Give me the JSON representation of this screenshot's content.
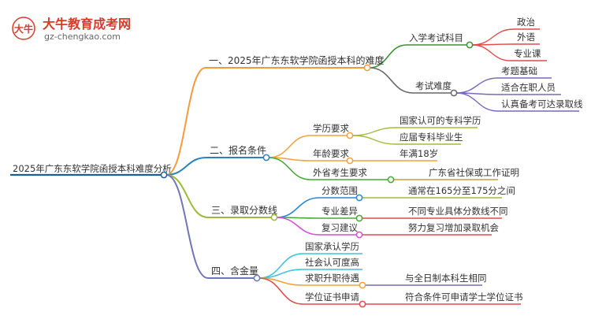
{
  "logo": {
    "name": "大牛教育成考网",
    "url": "gz-chengkao.com",
    "badge": "大牛"
  },
  "colors": {
    "root": "#1f5f8f",
    "exam": "#f59a3c",
    "conditions": "#2d82bd",
    "score": "#9bbb3a",
    "value": "#6f77b6",
    "subject_branch": "#3d8f35",
    "difficulty_branch": "#666666",
    "red": "#e14b4b",
    "orange": "#f2a13d",
    "brown": "#c7a13e",
    "olive": "#a5b93e",
    "green": "#46a832",
    "blue": "#2c87c9",
    "magenta": "#d24fd8",
    "purple": "#7a67b9",
    "cyan": "#45c1d8"
  },
  "root": {
    "label": "2025年广东东软学院函授本科难度分析"
  },
  "branches": [
    {
      "label": "一、2025年广东东软学院函授本科的难度",
      "children": [
        {
          "label": "入学考试科目",
          "children": [
            "政治",
            "外语",
            "专业课"
          ]
        },
        {
          "label": "考试难度",
          "children": [
            "考题基础",
            "适合在职人员",
            "认真备考可达录取线"
          ]
        }
      ]
    },
    {
      "label": "二、报名条件",
      "children": [
        {
          "label": "学历要求",
          "children": [
            "国家认可的专科学历",
            "应届专科毕业生"
          ]
        },
        {
          "label": "年龄要求",
          "children": [
            "年满18岁"
          ]
        },
        {
          "label": "外省考生要求",
          "children": [
            "广东省社保或工作证明"
          ]
        }
      ]
    },
    {
      "label": "三、录取分数线",
      "children": [
        {
          "label": "分数范围",
          "children": [
            "通常在165分至175分之间"
          ]
        },
        {
          "label": "专业差异",
          "children": [
            "不同专业具体分数线不同"
          ]
        },
        {
          "label": "复习建议",
          "children": [
            "努力复习增加录取机会"
          ]
        }
      ]
    },
    {
      "label": "四、含金量",
      "children": [
        {
          "label": "国家承认学历",
          "children": []
        },
        {
          "label": "社会认可度高",
          "children": []
        },
        {
          "label": "求职升职待遇",
          "children": [
            "与全日制本科生相同"
          ]
        },
        {
          "label": "学位证书申请",
          "children": [
            "符合条件可申请学士学位证书"
          ]
        }
      ]
    }
  ]
}
